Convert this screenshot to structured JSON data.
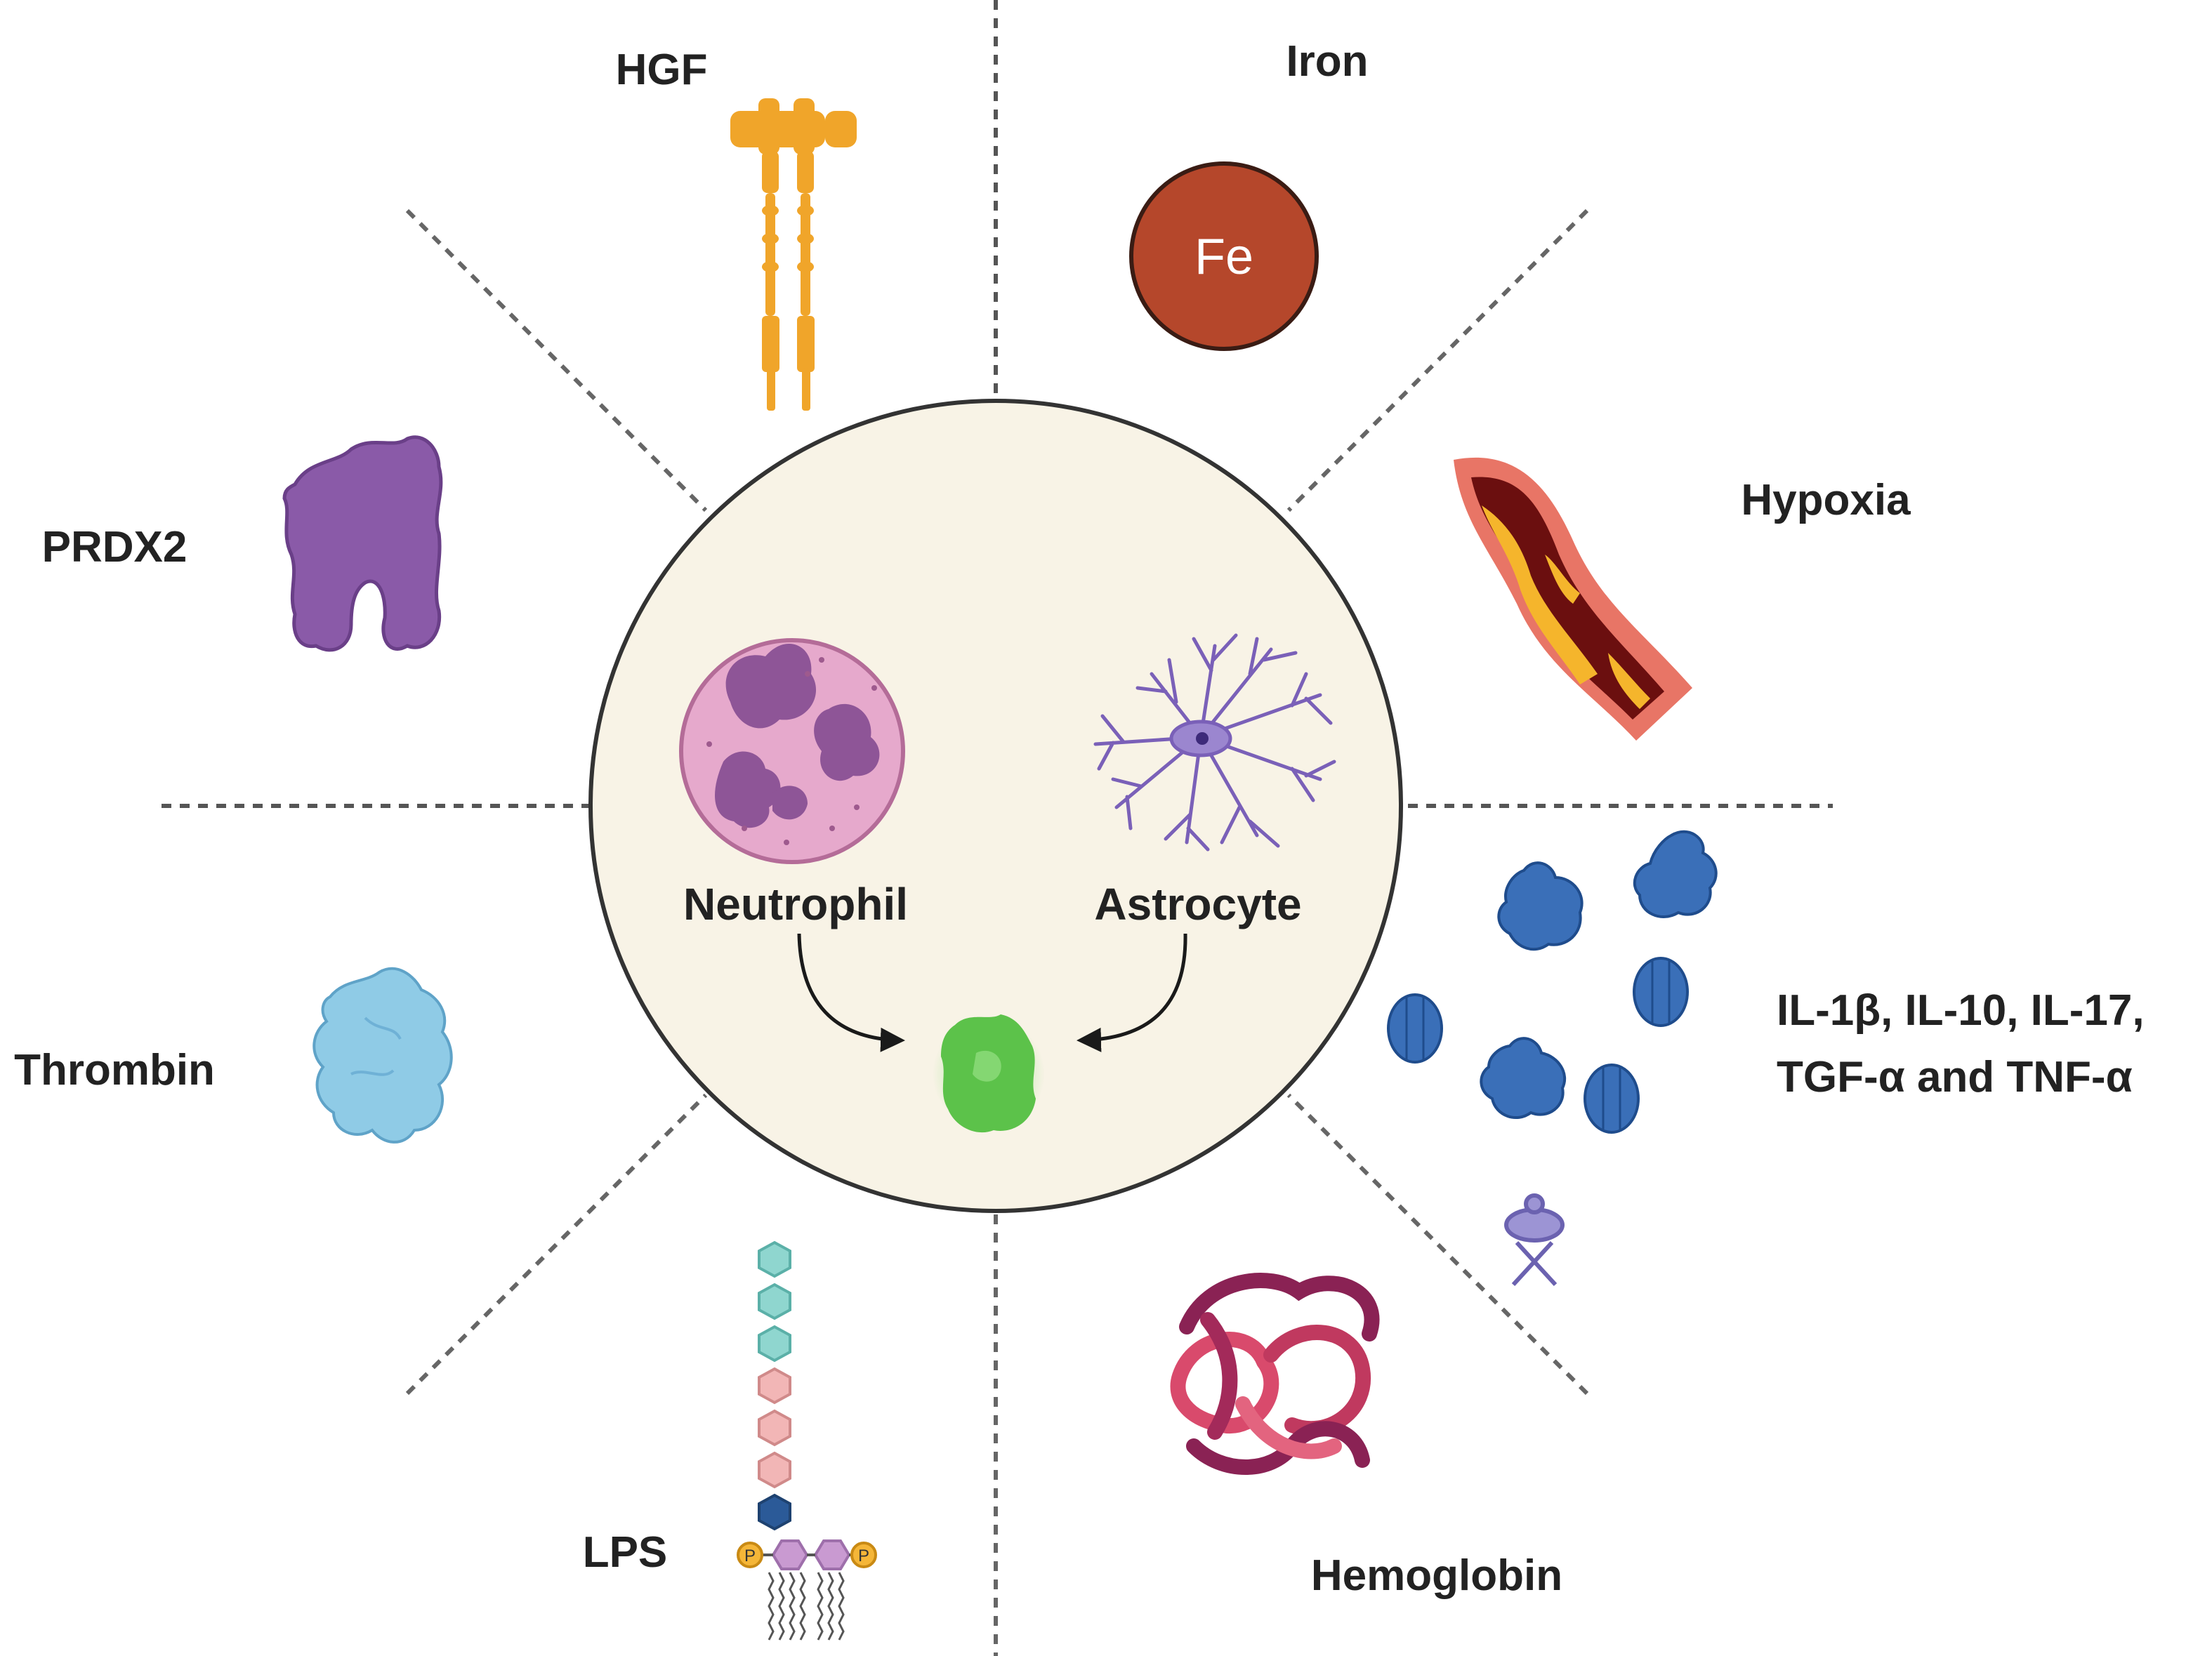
{
  "labels": {
    "hgf": "HGF",
    "iron": "Iron",
    "fe": "Fe",
    "hypoxia": "Hypoxia",
    "prdx2": "PRDX2",
    "thrombin": "Thrombin",
    "cytokines_line1": "IL-1β, IL-10, IL-17,",
    "cytokines_line2": "TGF-α and TNF-α",
    "lps": "LPS",
    "lps_p": "P",
    "hemoglobin": "Hemoglobin",
    "neutrophil": "Neutrophil",
    "astrocyte": "Astrocyte"
  },
  "colors": {
    "hgf": "#f0a52a",
    "iron": "#b5472b",
    "prdx2": "#8a5aa8",
    "thrombin": "#8fcbe6",
    "cytokine": "#3a6fb8",
    "hemoglobin": "#c0395f",
    "neutrophil_cell": "#e6a9cc",
    "neutrophil_nucleus": "#8e5597",
    "astrocyte": "#7a60b8",
    "microglia": "#5cc24a",
    "center_fill": "#f8f3e6",
    "lps_teal": "#8fd6cf",
    "lps_pink": "#f2b6b6",
    "lps_navy": "#2b5a98",
    "lps_lipid": "#c99ad1",
    "lps_phosphate": "#f5b638"
  }
}
